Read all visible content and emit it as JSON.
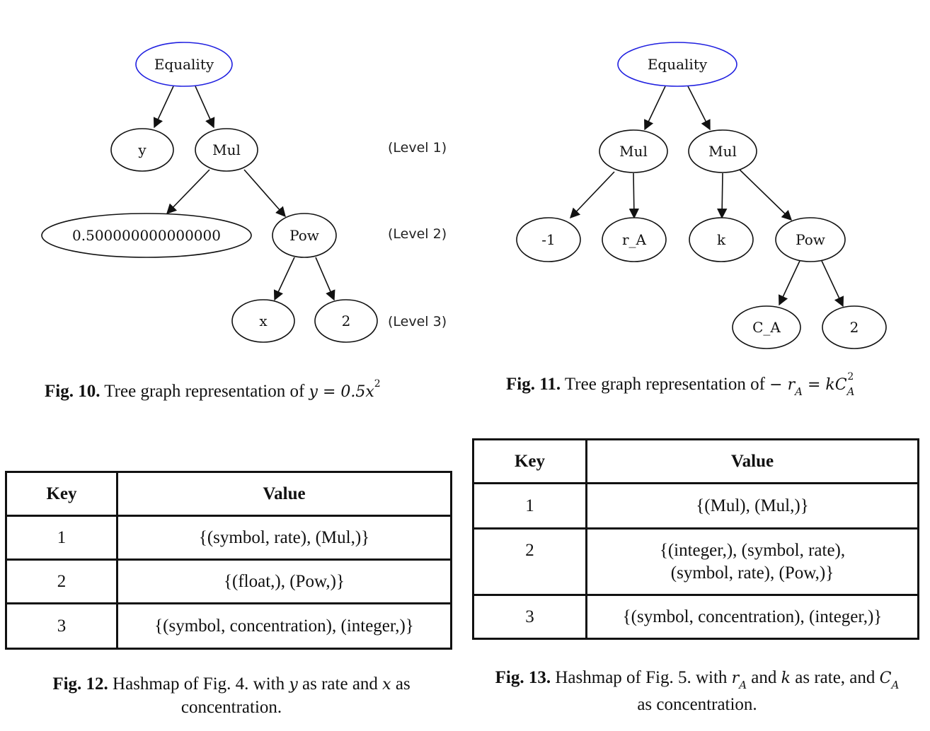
{
  "fig10": {
    "nodes": {
      "equality": "Equality",
      "y": "y",
      "mul": "Mul",
      "float": "0.500000000000000",
      "pow": "Pow",
      "x": "x",
      "two": "2"
    },
    "levels": [
      "(Level 1)",
      "(Level 2)",
      "(Level 3)"
    ],
    "caption_bold": "Fig. 10.",
    "caption_text": "Tree graph representation of",
    "caption_math": "y = 0.5x",
    "caption_exp": "2"
  },
  "fig11": {
    "nodes": {
      "equality": "Equality",
      "mul_left": "Mul",
      "mul_right": "Mul",
      "neg_one": "-1",
      "r_a": "r_A",
      "k": "k",
      "pow": "Pow",
      "c_a": "C_A",
      "two": "2"
    },
    "caption_bold": "Fig. 11.",
    "caption_text": "Tree graph representation of",
    "caption_math_lhs": "− r",
    "caption_sub_a": "A",
    "caption_math_rhs": " = kC",
    "caption_exp": "2"
  },
  "fig12": {
    "headers": [
      "Key",
      "Value"
    ],
    "rows": [
      {
        "key": "1",
        "value": "{(symbol, rate), (Mul,)}"
      },
      {
        "key": "2",
        "value": "{(float,), (Pow,)}"
      },
      {
        "key": "3",
        "value": "{(symbol, concentration), (integer,)}"
      }
    ],
    "caption_bold": "Fig. 12.",
    "caption_line1_a": "Hashmap of Fig. 4. with",
    "caption_var_y": "y",
    "caption_line1_b": "as rate and",
    "caption_var_x": "x",
    "caption_line1_c": "as",
    "caption_line2": "concentration."
  },
  "fig13": {
    "headers": [
      "Key",
      "Value"
    ],
    "rows": [
      {
        "key": "1",
        "value": "{(Mul), (Mul,)}"
      },
      {
        "key": "2",
        "value_line1": "{(integer,), (symbol, rate),",
        "value_line2": "(symbol, rate), (Pow,)}"
      },
      {
        "key": "3",
        "value": "{(symbol, concentration), (integer,)}"
      }
    ],
    "caption_bold": "Fig. 13.",
    "caption_line1_a": "Hashmap of Fig. 5. with",
    "caption_var_r": "r",
    "caption_sub_a": "A",
    "caption_line1_b": "and",
    "caption_var_k": "k",
    "caption_line1_c": "as rate, and",
    "caption_var_c": "C",
    "caption_line2": "as concentration."
  }
}
